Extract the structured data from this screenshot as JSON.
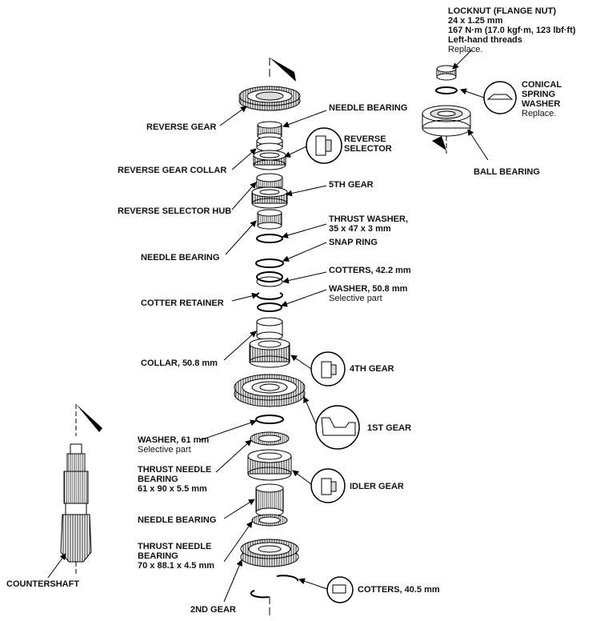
{
  "labels": {
    "locknut": {
      "title": "LOCKNUT (FLANGE NUT)",
      "size": "24 x 1.25 mm",
      "torque": "167 N·m (17.0 kgf·m, 123 lbf·ft)",
      "threads": "Left-hand threads",
      "note": "Replace."
    },
    "conical_spring_washer": {
      "line1": "CONICAL",
      "line2": "SPRING",
      "line3": "WASHER",
      "note": "Replace."
    },
    "ball_bearing": "BALL BEARING",
    "reverse_gear": "REVERSE GEAR",
    "needle_bearing_top": "NEEDLE BEARING",
    "reverse_selector": {
      "line1": "REVERSE",
      "line2": "SELECTOR"
    },
    "reverse_gear_collar": "REVERSE GEAR COLLAR",
    "fifth_gear": "5TH GEAR",
    "reverse_selector_hub": "REVERSE SELECTOR HUB",
    "thrust_washer": {
      "line1": "THRUST WASHER,",
      "line2": "35 x 47 x 3 mm"
    },
    "snap_ring": "SNAP RING",
    "needle_bearing_mid": "NEEDLE BEARING",
    "cotters_42": "COTTERS, 42.2 mm",
    "washer_50": {
      "line1": "WASHER, 50.8 mm",
      "note": "Selective part"
    },
    "cotter_retainer": "COTTER RETAINER",
    "collar_50": "COLLAR, 50.8 mm",
    "fourth_gear": "4TH GEAR",
    "first_gear": "1ST GEAR",
    "washer_61": {
      "line1": "WASHER, 61 mm",
      "note": "Selective part"
    },
    "thrust_needle_bearing_61": {
      "line1": "THRUST NEEDLE",
      "line2": "BEARING",
      "line3": "61 x 90 x 5.5 mm"
    },
    "idler_gear": "IDLER GEAR",
    "needle_bearing_low": "NEEDLE BEARING",
    "thrust_needle_bearing_70": {
      "line1": "THRUST NEEDLE",
      "line2": "BEARING",
      "line3": "70 x 88.1 x 4.5 mm"
    },
    "countershaft": "COUNTERSHAFT",
    "cotters_40": "COTTERS, 40.5 mm",
    "second_gear": "2ND GEAR"
  }
}
